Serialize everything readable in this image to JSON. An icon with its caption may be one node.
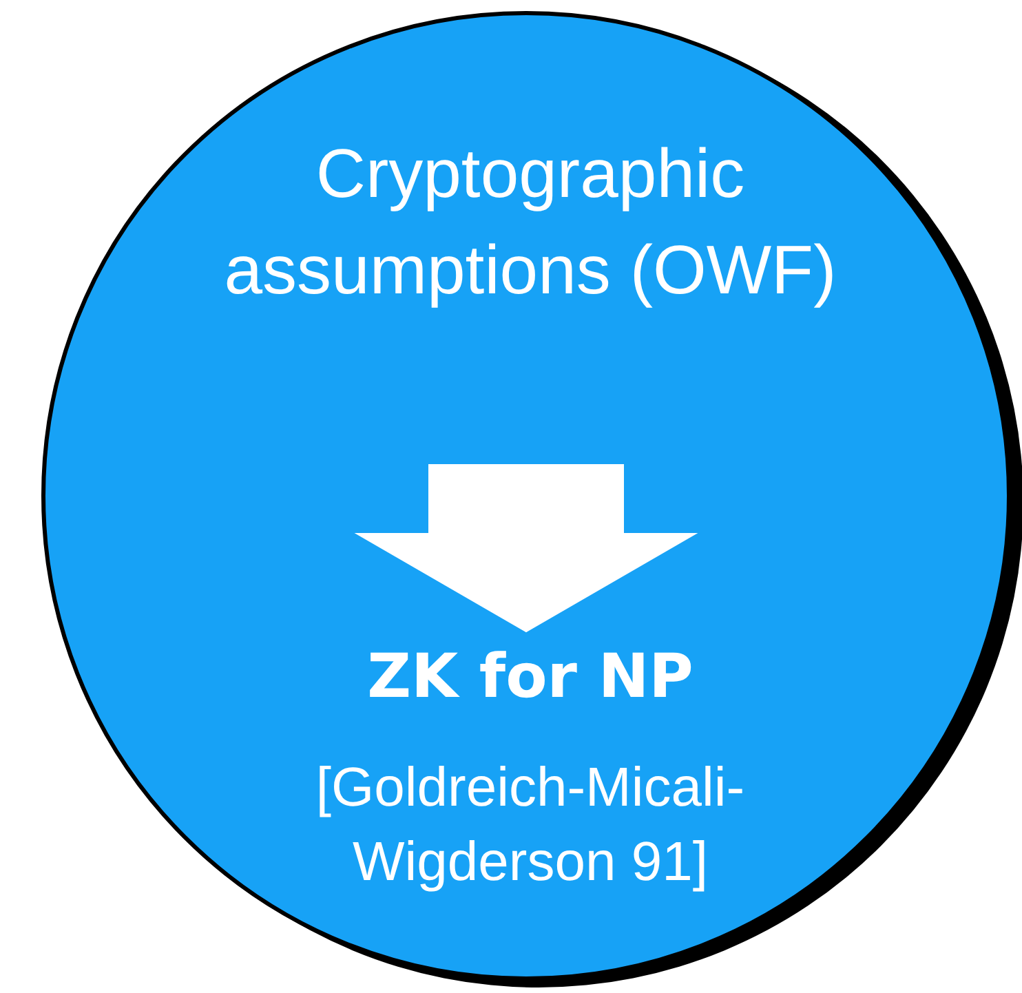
{
  "diagram": {
    "nodes": [
      {
        "text": [],
        "shape": "circle"
      },
      {
        "text": [
          "Cryptographic assumptions (OWF)"
        ],
        "in": 0
      },
      {
        "text": [
          "ZK for NP"
        ],
        "in": 0,
        "beside": [
          "[Goldreich-Micali-Wigderson 91]"
        ]
      }
    ],
    "edges": [
      {
        "from": 1,
        "to": 2,
        "arrow": "to",
        "style": "thick",
        "color": "#ffffff"
      }
    ]
  }
}
